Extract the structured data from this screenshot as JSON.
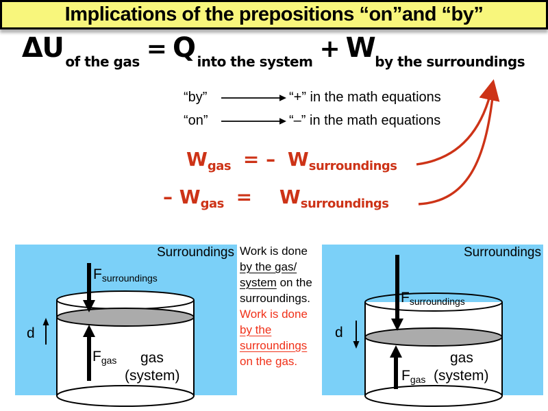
{
  "title": "Implications of the prepositions “on”and “by”",
  "colors": {
    "banner_yellow": "#f8f67c",
    "diagram_blue": "#7bd0f8",
    "equation_red": "#cd3317",
    "note_red": "#f03018",
    "piston_gray": "#ababab"
  },
  "equation": {
    "t1": "ΔU",
    "t1_sub": "of the gas",
    "equals": "=",
    "t2": "Q",
    "t2_sub": "into the system",
    "plus": "+",
    "t3": "W",
    "t3_sub": "by the surroundings"
  },
  "mappings": [
    {
      "word": "“by”",
      "result": "“+” in the math equations"
    },
    {
      "word": "“on”",
      "result": "“–” in the math equations"
    }
  ],
  "red_equations": {
    "eq1": {
      "lhs_w": "W",
      "lhs_sub": "gas",
      "rel": "= –",
      "rhs_w": "W",
      "rhs_sub": "surroundings"
    },
    "eq2": {
      "neg": "– ",
      "lhs_w": "W",
      "lhs_sub": "gas",
      "rel": "=",
      "rhs_w": "W",
      "rhs_sub": "surroundings"
    }
  },
  "note": {
    "black_segments": [
      {
        "text": "Work is done "
      },
      {
        "text": "by the gas/ system"
      },
      {
        "text": " on the surroundings."
      }
    ],
    "red_segments": [
      {
        "text": "Work is done "
      },
      {
        "text": "by the surroundings"
      },
      {
        "text": " on the gas."
      }
    ]
  },
  "diagrams": {
    "left": {
      "surroundings": "Surroundings",
      "f_surroundings": {
        "main": "F",
        "sub": "surroundings"
      },
      "f_gas": {
        "main": "F",
        "sub": "gas"
      },
      "gas": "gas",
      "system": "(system)",
      "d": "d"
    },
    "right": {
      "surroundings": "Surroundings",
      "f_surroundings": {
        "main": "F",
        "sub": "surroundings"
      },
      "f_gas": {
        "main": "F",
        "sub": "gas"
      },
      "gas": "gas",
      "system": "(system)",
      "d": "d"
    }
  }
}
